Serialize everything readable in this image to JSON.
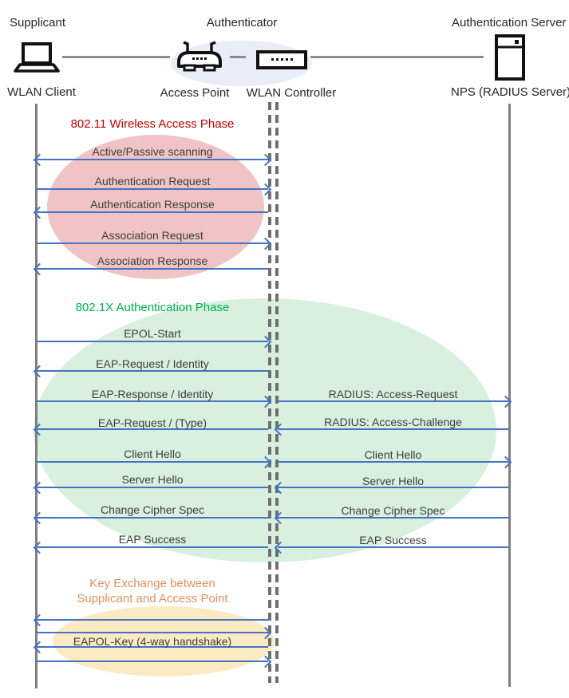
{
  "header": {
    "roles": [
      {
        "label": "Supplicant"
      },
      {
        "label": "Authenticator"
      },
      {
        "label": "Authentication Server"
      }
    ],
    "nodes": [
      {
        "label": "WLAN Client",
        "icon": "laptop-icon"
      },
      {
        "label": "Access Point",
        "icon": "access-point-icon"
      },
      {
        "label": "WLAN Controller",
        "icon": "wlan-controller-icon"
      },
      {
        "label": "NPS (RADIUS Server)",
        "icon": "server-icon"
      }
    ]
  },
  "phases": [
    {
      "title": "802.11 Wireless Access Phase",
      "title_color": "#c00000",
      "ellipse_color": "#f0c4c5",
      "messages": [
        {
          "label": "Active/Passive scanning",
          "direction": "both"
        },
        {
          "label": "Authentication Request",
          "direction": "right"
        },
        {
          "label": "Authentication Response",
          "direction": "left"
        },
        {
          "label": "Association Request",
          "direction": "right"
        },
        {
          "label": "Association Response",
          "direction": "left"
        }
      ]
    },
    {
      "title": "802.1X Authentication Phase",
      "title_color": "#00b050",
      "ellipse_color": "#d9f0df",
      "messages": [
        {
          "label": "EPOL-Start",
          "direction": "right"
        },
        {
          "label": "EAP-Request / Identity",
          "direction": "left"
        },
        {
          "label": "EAP-Response / Identity",
          "direction": "right",
          "right_label": "RADIUS: Access-Request",
          "right_direction": "right"
        },
        {
          "label": "EAP-Request / (Type)",
          "direction": "left",
          "right_label": "RADIUS: Access-Challenge",
          "right_direction": "left"
        },
        {
          "label": "Client Hello",
          "direction": "right",
          "right_label": "Client Hello",
          "right_direction": "right"
        },
        {
          "label": "Server Hello",
          "direction": "left",
          "right_label": "Server Hello",
          "right_direction": "left"
        },
        {
          "label": "Change Cipher Spec",
          "direction": "left",
          "right_label": "Change Cipher Spec",
          "right_direction": "left"
        },
        {
          "label": "EAP Success",
          "direction": "left",
          "right_label": "EAP Success",
          "right_direction": "left"
        }
      ]
    },
    {
      "title_line1": "Key Exchange between",
      "title_line2": "Supplicant and Access Point",
      "title_color": "#e0915e",
      "ellipse_color": "#fceac3",
      "messages": [
        {
          "label": "EAPOL-Key (4-way handshake)",
          "direction": "left-right-left-right"
        }
      ]
    }
  ],
  "colors": {
    "arrow_blue": "#4472c4",
    "lifeline_gray": "#7f7f7f",
    "red_title": "#c00000",
    "green_title": "#00b050",
    "orange_title": "#e0915e",
    "pink_ellipse": "#f0c4c5",
    "green_ellipse": "#d9f0df",
    "yellow_ellipse": "#fceac3",
    "header_ellipse": "#e9edf8"
  }
}
